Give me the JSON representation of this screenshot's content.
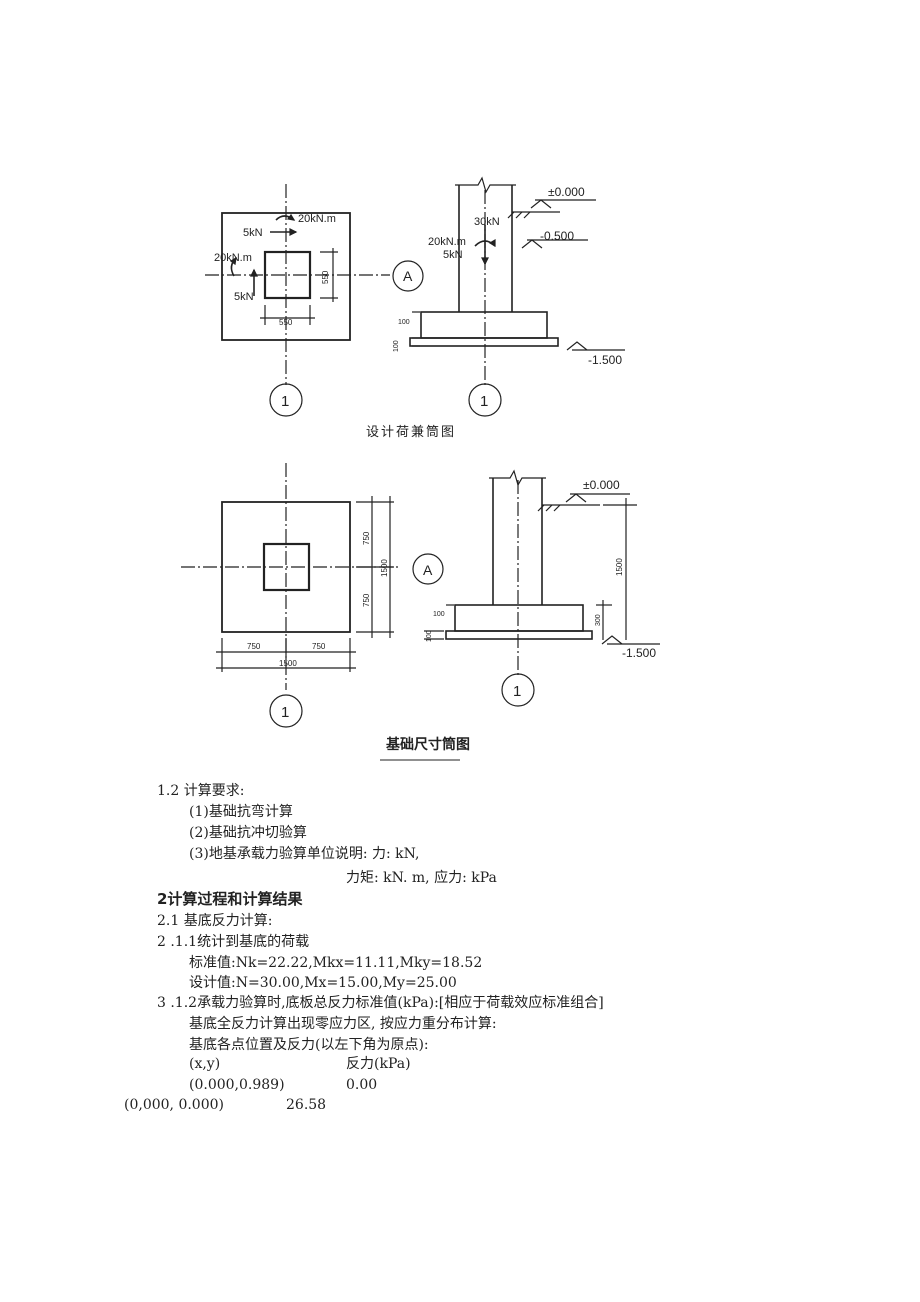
{
  "diagram1": {
    "labels": {
      "moment_top": "20kN.m",
      "shear_top": "5kN",
      "moment_left": "20kN.m",
      "shear_left": "5kN",
      "dim_col_v": "550",
      "dim_col_h": "550",
      "axis_a": "A",
      "axis_1_plan": "1",
      "elev_0": "±0.000",
      "axial": "30kN",
      "moment_side": "20kN.m",
      "shear_side": "5kN",
      "elev_m05": "-0.500",
      "dim_100": "100",
      "dim_100b": "100",
      "elev_m15": "-1.500",
      "axis_1_section": "1"
    },
    "caption": "设计荷兼筒图"
  },
  "diagram2": {
    "labels": {
      "dim_750_top": "750",
      "dim_1500_v": "1500",
      "dim_750_bot": "750",
      "axis_a": "A",
      "dim_750_l": "750",
      "dim_750_r": "750",
      "dim_1500_h": "1500",
      "axis_1_plan": "1",
      "elev_0": "±0.000",
      "dim_1500_depth": "1500",
      "dim_100": "100",
      "dim_300": "300",
      "dim_100b": "100",
      "elev_m15": "-1.500",
      "axis_1_section": "1"
    },
    "caption": "基础尺寸筒图"
  },
  "text": {
    "req_title": "1.2 计算要求:",
    "req_1": "(1)基础抗弯计算",
    "req_2": "(2)基础抗冲切验算",
    "req_3": "(3)地基承载力验算单位说明: 力: kN,",
    "units": "力矩: kN. m, 应力: kPa",
    "sec2_title": "2计算过程和计算结果",
    "sec21": "2.1  基底反力计算:",
    "sec211": "2  .1.1统计到基底的荷载",
    "std_val": "标准值:Nk=22.22,Mkx=11.11,Mky=18.52",
    "design_val": "设计值:N=30.00,Mx=15.00,My=25.00",
    "sec212": "3  .1.2承载力验算时,底板总反力标准值(kPa):[相应于荷载效应标准组合]",
    "redistribution": "基底全反力计算出现零应力区, 按应力重分布计算:",
    "points_desc": "基底各点位置及反力(以左下角为原点):",
    "col_xy": "(x,y)",
    "col_force": "反力(kPa)",
    "row1_xy": "(0.000,0.989)",
    "row1_force": "0.00",
    "row2_xy": "(0,000, 0.000)",
    "row2_force": "26.58"
  }
}
